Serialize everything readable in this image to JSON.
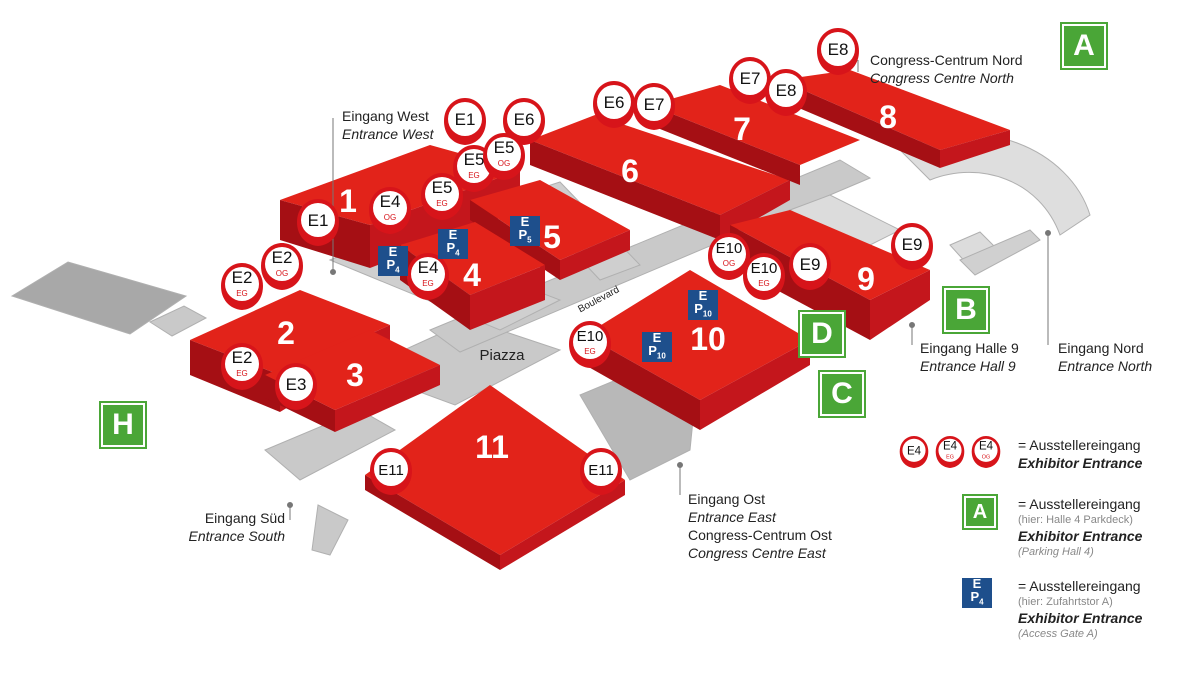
{
  "halls": [
    {
      "id": "1",
      "label": "1"
    },
    {
      "id": "2",
      "label": "2"
    },
    {
      "id": "3",
      "label": "3"
    },
    {
      "id": "4",
      "label": "4"
    },
    {
      "id": "5",
      "label": "5"
    },
    {
      "id": "6",
      "label": "6"
    },
    {
      "id": "7",
      "label": "7"
    },
    {
      "id": "8",
      "label": "8"
    },
    {
      "id": "9",
      "label": "9"
    },
    {
      "id": "10",
      "label": "10"
    },
    {
      "id": "11",
      "label": "11"
    }
  ],
  "paths": {
    "piazza": "Piazza",
    "boulevard": "Boulevard"
  },
  "pins": [
    {
      "id": "e8",
      "label": "E8",
      "sub": ""
    },
    {
      "id": "e7a",
      "label": "E7",
      "sub": ""
    },
    {
      "id": "e8b",
      "label": "E8",
      "sub": ""
    },
    {
      "id": "e6a",
      "label": "E6",
      "sub": ""
    },
    {
      "id": "e7b",
      "label": "E7",
      "sub": ""
    },
    {
      "id": "e1a",
      "label": "E1",
      "sub": ""
    },
    {
      "id": "e6b",
      "label": "E6",
      "sub": ""
    },
    {
      "id": "e5eg1",
      "label": "E5",
      "sub": "EG"
    },
    {
      "id": "e5og",
      "label": "E5",
      "sub": "OG"
    },
    {
      "id": "e5eg2",
      "label": "E5",
      "sub": "EG"
    },
    {
      "id": "e4og",
      "label": "E4",
      "sub": "OG"
    },
    {
      "id": "e1b",
      "label": "E1",
      "sub": ""
    },
    {
      "id": "e2og",
      "label": "E2",
      "sub": "OG"
    },
    {
      "id": "e2eg1",
      "label": "E2",
      "sub": "EG"
    },
    {
      "id": "e4eg",
      "label": "E4",
      "sub": "EG"
    },
    {
      "id": "e2eg2",
      "label": "E2",
      "sub": "EG"
    },
    {
      "id": "e3",
      "label": "E3",
      "sub": ""
    },
    {
      "id": "e10og",
      "label": "E10",
      "sub": "OG"
    },
    {
      "id": "e10eg1",
      "label": "E10",
      "sub": "EG"
    },
    {
      "id": "e9a",
      "label": "E9",
      "sub": ""
    },
    {
      "id": "e9b",
      "label": "E9",
      "sub": ""
    },
    {
      "id": "e10eg2",
      "label": "E10",
      "sub": "EG"
    },
    {
      "id": "e11a",
      "label": "E11",
      "sub": ""
    },
    {
      "id": "e11b",
      "label": "E11",
      "sub": ""
    }
  ],
  "parking": [
    {
      "id": "p4a",
      "top": "E",
      "bottom": "P",
      "sub": "4"
    },
    {
      "id": "p4b",
      "top": "E",
      "bottom": "P",
      "sub": "4"
    },
    {
      "id": "p5",
      "top": "E",
      "bottom": "P",
      "sub": "5"
    },
    {
      "id": "p10a",
      "top": "E",
      "bottom": "P",
      "sub": "10"
    },
    {
      "id": "p10b",
      "top": "E",
      "bottom": "P",
      "sub": "10"
    }
  ],
  "entrance_letters": [
    "A",
    "B",
    "C",
    "D",
    "H"
  ],
  "labels": {
    "west": {
      "de": "Eingang West",
      "en": "Entrance West"
    },
    "ccn": {
      "de": "Congress-Centrum Nord",
      "en": "Congress Centre North"
    },
    "hall9": {
      "de": "Eingang Halle 9",
      "en": "Entrance Hall 9"
    },
    "north": {
      "de": "Eingang Nord",
      "en": "Entrance North"
    },
    "south": {
      "de": "Eingang Süd",
      "en": "Entrance South"
    },
    "east": {
      "de": "Eingang Ost",
      "en": "Entrance East",
      "cc_de": "Congress-Centrum Ost",
      "cc_en": "Congress Centre East"
    }
  },
  "legend": {
    "pin_labels": [
      {
        "label": "E4",
        "sub": ""
      },
      {
        "label": "E4",
        "sub": "EG"
      },
      {
        "label": "E4",
        "sub": "OG"
      }
    ],
    "pins_de": "= Ausstellereingang",
    "pins_en": "Exhibitor Entrance",
    "letter": "A",
    "letter_de": "= Ausstellereingang",
    "letter_note": "(hier: Halle 4 Parkdeck)",
    "letter_en": "Exhibitor Entrance",
    "letter_note_en": "(Parking Hall 4)",
    "park_top": "E",
    "park_bottom": "P",
    "park_sub": "4",
    "park_de": "= Ausstellereingang",
    "park_note": "(hier: Zufahrtstor A)",
    "park_en": "Exhibitor Entrance",
    "park_note_en": "(Access Gate A)"
  },
  "colors": {
    "hall": "#d7141a",
    "hall_top": "#e2231a",
    "hall_side": "#a50f14",
    "path": "#c8c8c8",
    "entrance": "#4aa637",
    "parking": "#1e4f8c"
  }
}
